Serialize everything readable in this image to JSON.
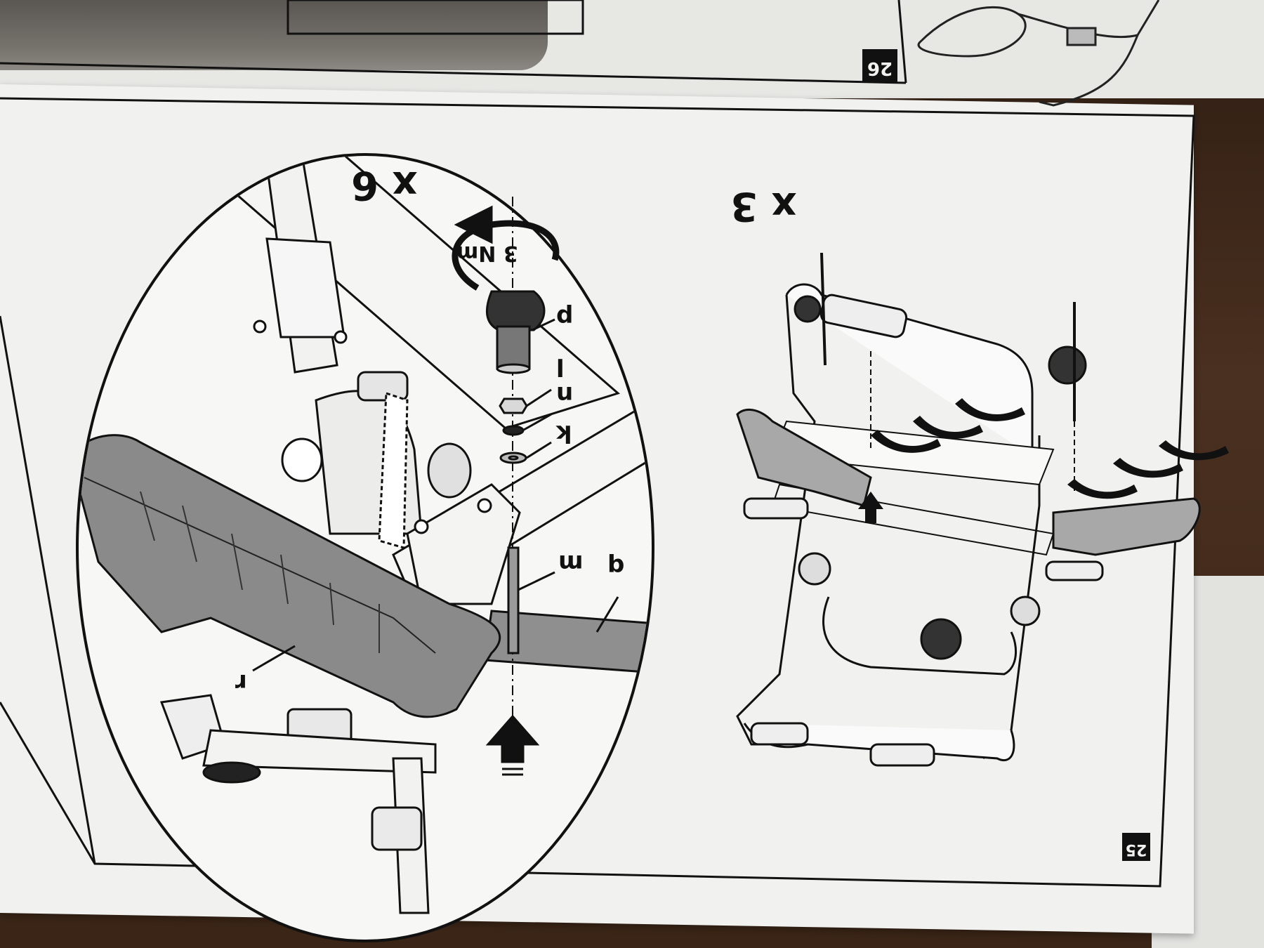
{
  "instruction_page": {
    "page_number": "25",
    "detail_panel": {
      "multiplier": "x 6",
      "torque": "3 Nm",
      "parts": [
        "p",
        "l",
        "n",
        "k",
        "m",
        "q",
        "r"
      ]
    },
    "overview_panel": {
      "multiplier": "x 3"
    }
  },
  "previous_page": {
    "page_number": "26"
  },
  "colors": {
    "page": "#f1f1ef",
    "ink": "#111111",
    "part_gray": "#8a8a8a",
    "wood": "#3b2617"
  }
}
